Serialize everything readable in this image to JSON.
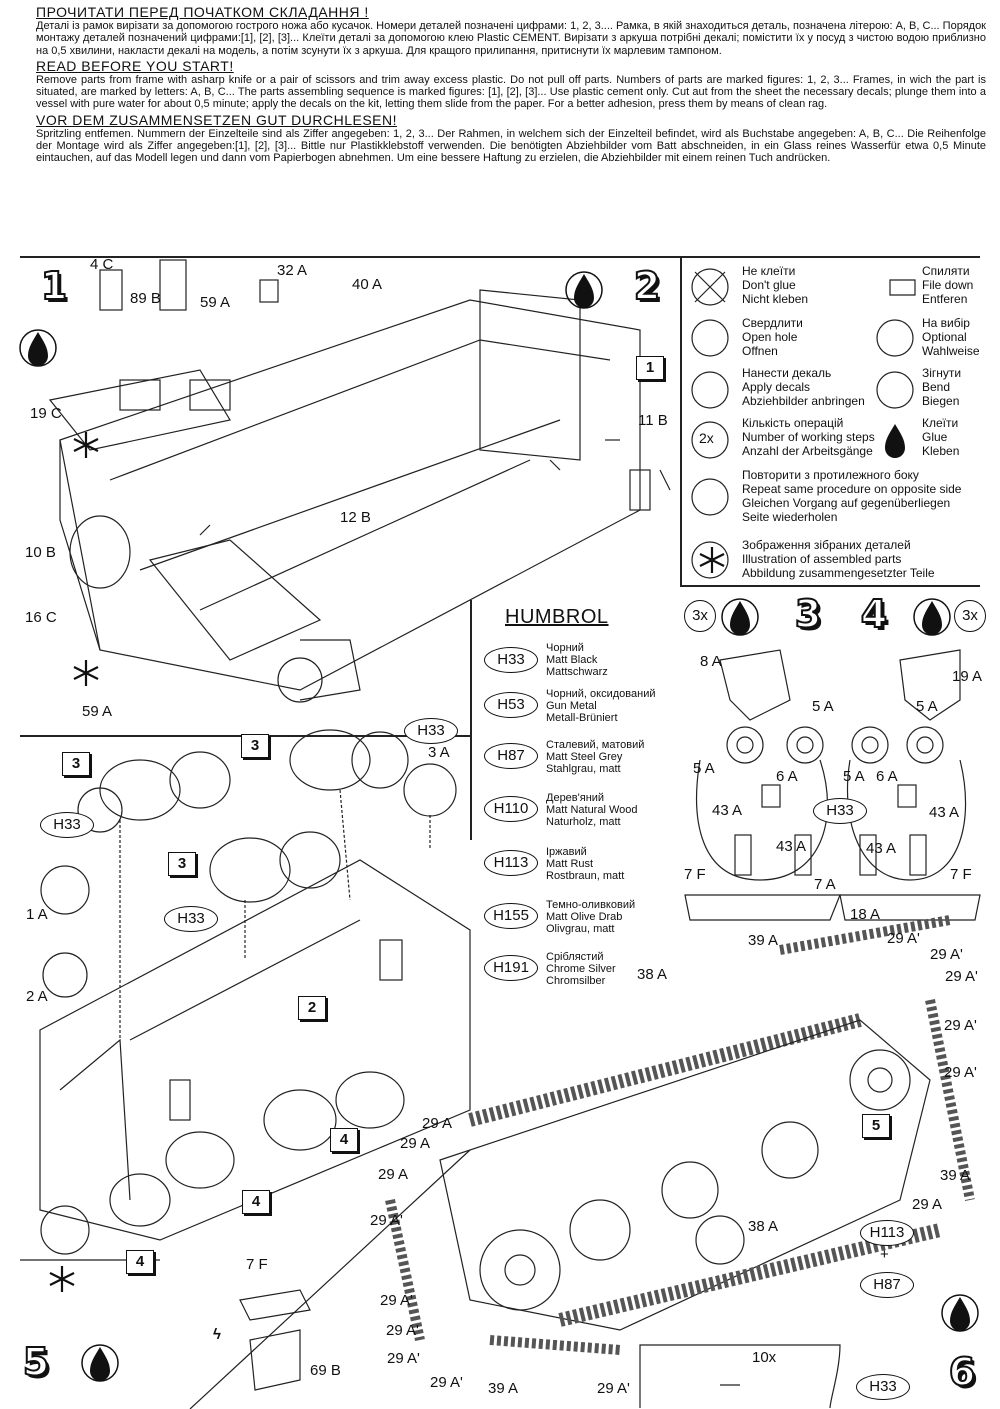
{
  "header": {
    "ua_title": "ПРОЧИТАТИ ПЕРЕД ПОЧАТКОМ СКЛАДАННЯ !",
    "ua_text": "Деталі із рамок вирізати за допомогою гострого ножа або кусачок. Номери деталей позначені цифрами: 1, 2, 3.... Рамка, в якій знаходиться деталь, позначена літерою: A, B, C... Порядок монтажу деталей позначений цифрами:[1], [2], [3]... Клеїти деталі за допомогою клею Plastic CEMENT. Вирізати з аркуша потрібні декалі; помістити їх у посуд з чистою водою приблизно на 0,5 хвилини, накласти декалі на модель, а потім зсунути їх з аркуша. Для кращого прилипання, притиснути їх марлевим тампоном.",
    "en_title": "READ BEFORE YOU START!",
    "en_text": "Remove parts from frame with asharp knife or a pair of scissors and trim away excess plastic. Do not pull off parts. Numbers of parts are marked figures: 1, 2, 3... Frames, in wich the part is situated, are marked by letters: A, B, C... The parts assembling sequence is marked figures: [1], [2], [3]... Use plastic cement only. Cut aut from the sheet the necessary decals; plunge them into a vessel with pure water for about 0,5 minute; apply the decals on the kit, letting them slide from the paper. For a better adhesion, press them by means of clean rag.",
    "de_title": "VOR DEM ZUSAMMENSETZEN GUT DURCHLESEN!",
    "de_text": "Spritzling entfemen. Nummern der Einzelteile sind als Ziffer angegeben: 1, 2, 3... Der Rahmen, in welchem sich der Einzelteil befindet, wird als Buchstabe angegeben: A, B, C... Die Reihenfolge der Montage wird als Ziffer angegeben:[1], [2], [3]... Bittle nur Plastikklebstoff verwenden. Die benötigten Abziehbilder vom Batt abschneiden, in ein Glass reines Wasserfür etwa 0,5 Minute eintauchen, auf das Modell legen und dann vom Papierbogen abnehmen. Um eine bessere Haftung zu erzielen, die Abziehbilder mit einem reinen Tuch andrücken."
  },
  "steps": {
    "s1": "1",
    "s2": "2",
    "s3": "3",
    "s4": "4",
    "s5": "5",
    "s6": "6"
  },
  "step1_labels": {
    "p4c": "4 C",
    "p89b": "89 B",
    "p59a": "59 A",
    "p32a": "32 A",
    "p40a": "40 A",
    "p19c": "19 C",
    "p11b": "11 B",
    "p12b": "12 B",
    "p10b": "10 B",
    "p16c": "16 C",
    "p59a2": "59 A",
    "ref1": "1"
  },
  "legend": [
    {
      "name": "no-glue",
      "lines": [
        "Не клеїти",
        "Don't glue",
        "Nicht kleben"
      ]
    },
    {
      "name": "file-down",
      "lines": [
        "Спиляти",
        "File down",
        "Entferen"
      ]
    },
    {
      "name": "drill",
      "lines": [
        "Свердлити",
        "Open hole",
        "Offnen"
      ]
    },
    {
      "name": "optional",
      "lines": [
        "На вибір",
        "Optional",
        "Wahlweise"
      ]
    },
    {
      "name": "decals",
      "lines": [
        "Нанести декаль",
        "Apply decals",
        "Abziehbilder anbringen"
      ]
    },
    {
      "name": "bend",
      "lines": [
        "Зігнути",
        "Bend",
        "Biegen"
      ]
    },
    {
      "name": "steps-count",
      "lines": [
        "Кількість операцій",
        "Number of working steps",
        "Anzahl der Arbeitsgänge"
      ]
    },
    {
      "name": "glue",
      "lines": [
        "Клеїти",
        "Glue",
        "Kleben"
      ]
    },
    {
      "name": "repeat",
      "lines": [
        "Повторити з протилежного боку",
        "Repeat same procedure on opposite side",
        "Gleichen Vorgang auf gegenüberliegen",
        "Seite wiederholen"
      ]
    },
    {
      "name": "assembled",
      "lines": [
        "Зображення зібраних деталей",
        "Illustration of assembled parts",
        "Abbildung zusammengesetzter Teile"
      ]
    }
  ],
  "legend_2x": "2x",
  "humbrol": {
    "title": "HUMBROL",
    "paints": [
      {
        "code": "H33",
        "lines": [
          "Чорний",
          "Matt Black",
          "Mattschwarz"
        ]
      },
      {
        "code": "H53",
        "lines": [
          "Чорний, оксидований",
          "Gun Metal",
          "Metall-Brüniert"
        ]
      },
      {
        "code": "H87",
        "lines": [
          "Сталевий, матовий",
          "Matt Steel Grey",
          "Stahlgrau, matt"
        ]
      },
      {
        "code": "H110",
        "lines": [
          "Дерев'яний",
          "Matt Natural Wood",
          "Naturholz, matt"
        ]
      },
      {
        "code": "H113",
        "lines": [
          "Іржавий",
          "Matt Rust",
          "Rostbraun, matt"
        ]
      },
      {
        "code": "H155",
        "lines": [
          "Темно-оливковий",
          "Matt Olive Drab",
          "Olivgrau, matt"
        ]
      },
      {
        "code": "H191",
        "lines": [
          "Сріблястий",
          "Chrome Silver",
          "Chromsilber"
        ]
      }
    ]
  },
  "step34": {
    "x3a": "3x",
    "x3b": "3x",
    "p8a": "8 A",
    "p5a1": "5 A",
    "p5a2": "5 A",
    "p6a1": "6 A",
    "p43a1": "43 A",
    "p43a2": "43 A",
    "p7f1": "7 F",
    "p7a": "7 A",
    "h33": "H33",
    "p19a": "19 A",
    "p5a3": "5 A",
    "p5a4": "5 A",
    "p6a2": "6 A",
    "p43a3": "43 A",
    "p43a4": "43 A",
    "p7f2": "7 F",
    "p18a": "18 A"
  },
  "step2_labels": {
    "r3a": "3",
    "r3b": "3",
    "r3c": "3",
    "h33a": "H33",
    "h33b": "H33",
    "h33c": "H33",
    "p3a": "3 A",
    "p1a": "1 A",
    "p2a": "2 A",
    "r2": "2",
    "r4a": "4",
    "r4b": "4",
    "r4c": "4"
  },
  "step5_labels": {
    "p7f": "7 F",
    "p69b": "69 B"
  },
  "step6_labels": {
    "p39a1": "39 A",
    "p29a1": "29 A'",
    "p29a2": "29 A'",
    "p29a3": "29 A'",
    "p38a1": "38 A",
    "p29a4": "29 A'",
    "p29a5": "29 A'",
    "r5": "5",
    "p29a6": "29 A",
    "p29a7": "29 A",
    "p29a8": "29 A",
    "p29a9": "29 A'",
    "p39a2": "39 A",
    "p29a10": "29 A",
    "p38a2": "38 A",
    "p29a11": "29 A'",
    "p29a12": "29 A'",
    "p29a13": "29 A'",
    "h113": "H113",
    "plus": "+",
    "h87": "H87",
    "p29a14": "29 A'",
    "p39a3": "39 A",
    "p29a15": "29 A'",
    "x10": "10x",
    "h33": "H33"
  }
}
